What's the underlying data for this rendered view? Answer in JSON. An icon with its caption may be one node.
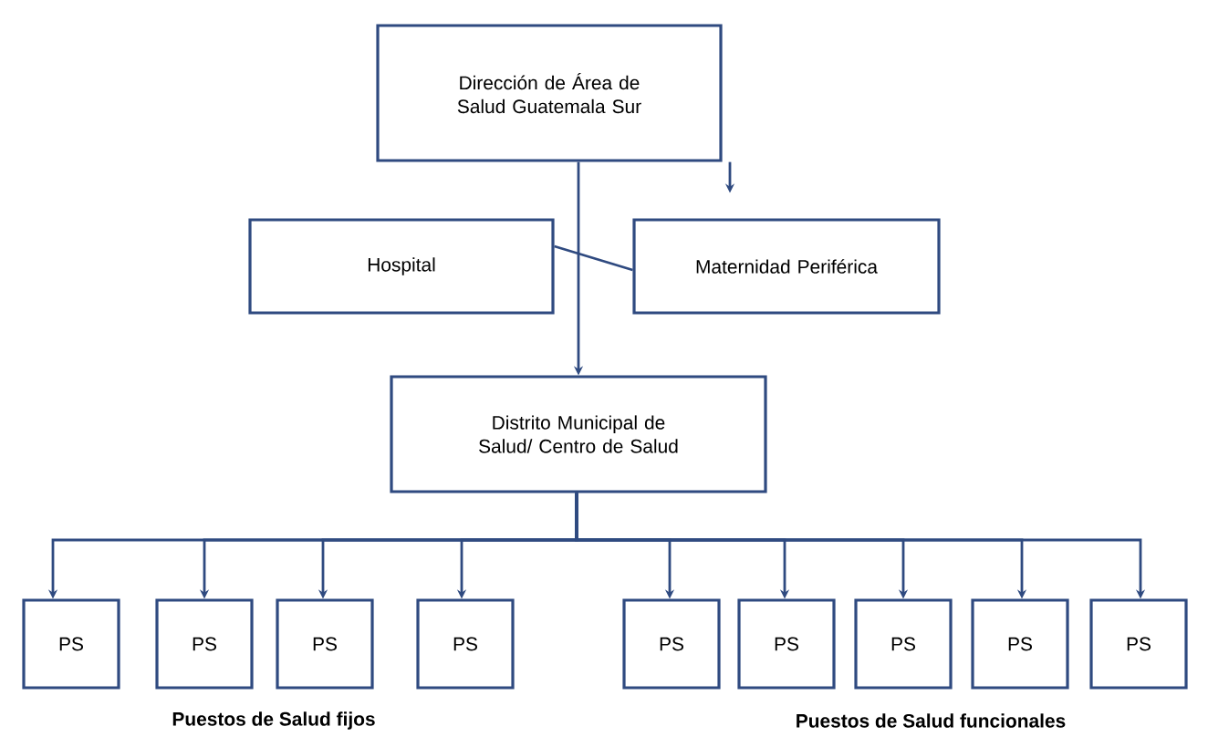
{
  "diagram": {
    "nodes": [
      {
        "text": [
          "Dirección de Área de Salud Guatemala Sur"
        ]
      },
      {
        "text": [
          "Hospital"
        ]
      },
      {
        "text": [
          "Maternidad Periférica"
        ]
      },
      {
        "text": [
          "Distrito Municipal de Salud/ Centro de Salud"
        ]
      },
      {
        "text": [
          "PS"
        ]
      },
      {
        "text": [
          "PS"
        ]
      },
      {
        "text": [
          "PS"
        ]
      },
      {
        "text": [
          "PS"
        ]
      },
      {
        "text": [
          "PS"
        ]
      },
      {
        "text": [
          "PS"
        ]
      },
      {
        "text": [
          "PS"
        ]
      },
      {
        "text": [
          "PS"
        ]
      },
      {
        "text": [
          "PS"
        ]
      }
    ],
    "edges": [
      {
        "from": 0,
        "to": 3,
        "arrow": "to"
      },
      {
        "from": 0,
        "to": 2,
        "arrow": "to"
      },
      {
        "from": 1,
        "to": 2,
        "arrow": "none"
      },
      {
        "from": 3,
        "to": 4,
        "arrow": "to"
      },
      {
        "from": 3,
        "to": 5,
        "arrow": "to"
      },
      {
        "from": 3,
        "to": 6,
        "arrow": "to"
      },
      {
        "from": 3,
        "to": 7,
        "arrow": "to"
      },
      {
        "from": 3,
        "to": 8,
        "arrow": "to"
      },
      {
        "from": 3,
        "to": 9,
        "arrow": "to"
      },
      {
        "from": 3,
        "to": 10,
        "arrow": "to"
      },
      {
        "from": 3,
        "to": 11,
        "arrow": "to"
      },
      {
        "from": 3,
        "to": 12,
        "arrow": "to"
      }
    ],
    "labels": [
      "Puestos de Salud fijos",
      "Puestos de Salud funcionales"
    ]
  }
}
